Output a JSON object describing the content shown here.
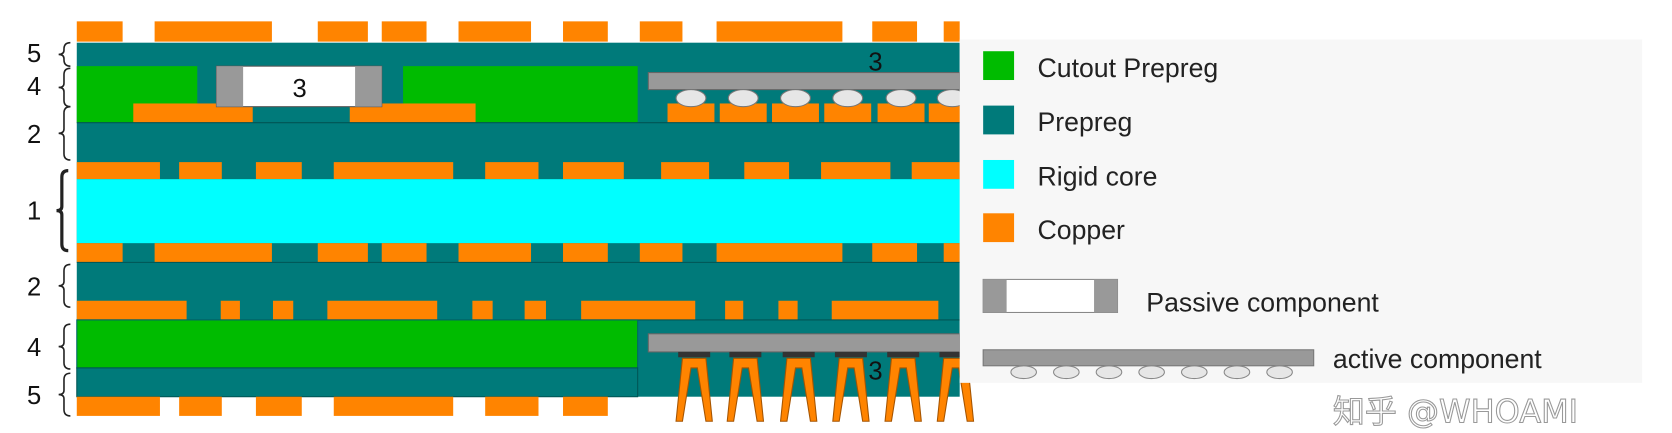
{
  "colors": {
    "cutout_prepreg": "#00bb00",
    "prepreg": "#007a7a",
    "rigid_core": "#00ffff",
    "copper": "#ff8400",
    "component_gray": "#999999",
    "legend_bg": "#f7f7f7"
  },
  "layer_labels": [
    "5",
    "4",
    "2",
    "1",
    "2",
    "4",
    "5"
  ],
  "component_labels": {
    "passive_top": "3",
    "active_top": "3",
    "active_bottom": "3"
  },
  "legend": {
    "items": [
      {
        "label": "Cutout Prepreg",
        "color": "#00bb00"
      },
      {
        "label": "Prepreg",
        "color": "#007a7a"
      },
      {
        "label": "Rigid core",
        "color": "#00ffff"
      },
      {
        "label": "Copper",
        "color": "#ff8400"
      }
    ],
    "passive_label": "Passive component",
    "active_label": "active component"
  },
  "watermark": "知乎 @WHOAMI"
}
